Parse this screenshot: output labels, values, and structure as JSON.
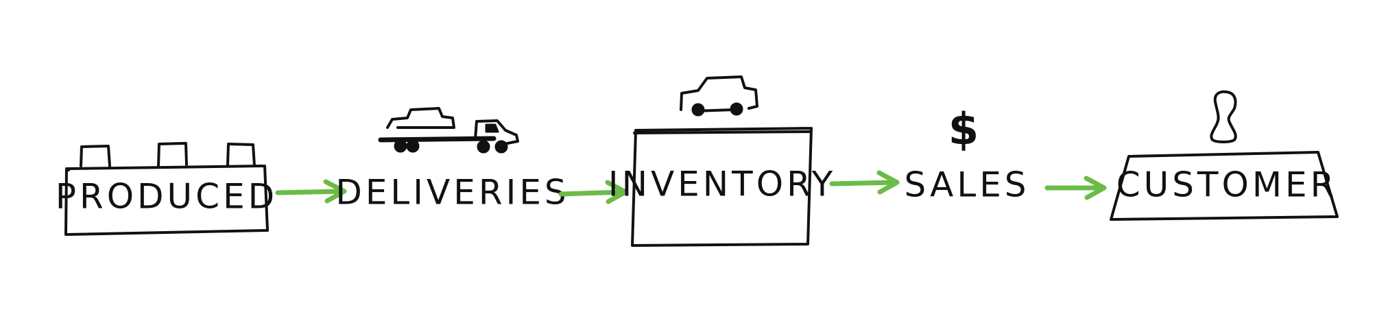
{
  "steps": [
    {
      "label": "PRODUCED",
      "icon": "factory-icon"
    },
    {
      "label": "DELIVERIES",
      "icon": "truck-icon"
    },
    {
      "label": "INVENTORY",
      "icon": "car-icon"
    },
    {
      "label": "SALES",
      "icon": "dollar-icon"
    },
    {
      "label": "CUSTOMER",
      "icon": "person-icon"
    }
  ],
  "icons": {
    "dollar_glyph": "$"
  },
  "colors": {
    "arrow": "#6cbb47",
    "ink": "#111111",
    "background": "#ffffff"
  }
}
